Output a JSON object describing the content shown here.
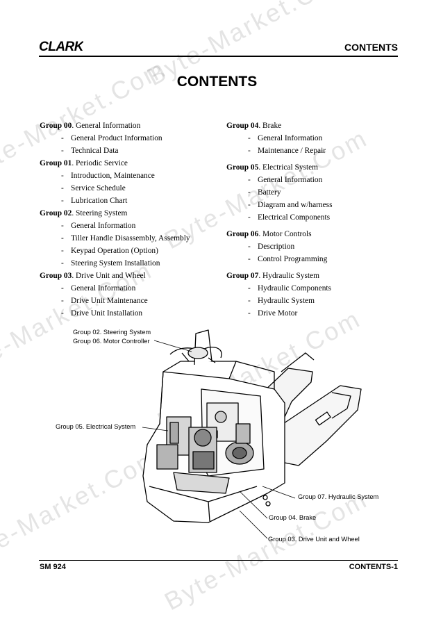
{
  "header": {
    "brand": "CLARK",
    "title": "CONTENTS"
  },
  "page_title": "CONTENTS",
  "toc_left": [
    {
      "group": "Group 00",
      "name": ". General Information",
      "items": [
        "General Product Information",
        "Technical Data"
      ]
    },
    {
      "group": "Group 01",
      "name": ". Periodic Service",
      "items": [
        "Introduction, Maintenance",
        "Service Schedule",
        "Lubrication Chart"
      ]
    },
    {
      "group": "Group 02",
      "name": ". Steering System",
      "items": [
        "General Information",
        "Tiller Handle Disassembly, Assembly",
        "Keypad Operation (Option)",
        "Steering System Installation"
      ]
    },
    {
      "group": "Group 03",
      "name": ". Drive Unit and Wheel",
      "items": [
        "General Information",
        "Drive Unit  Maintenance",
        "Drive Unit  Installation"
      ]
    }
  ],
  "toc_right": [
    {
      "group": "Group 04",
      "name": ". Brake",
      "items": [
        "General Information",
        "Maintenance / Repair"
      ]
    },
    {
      "group": "Group 05",
      "name": ". Electrical System",
      "items": [
        "General Information",
        "Battery",
        "Diagram and w/harness",
        "Electrical Components"
      ]
    },
    {
      "group": "Group 06",
      "name": ". Motor Controls",
      "items": [
        "Description",
        "Control Programming"
      ]
    },
    {
      "group": "Group 07",
      "name": ". Hydraulic System",
      "items": [
        "Hydraulic Components",
        "Hydraulic System",
        "Drive Motor"
      ]
    }
  ],
  "callouts": {
    "steering": "Group 02. Steering System",
    "motor_controller": "Group 06. Motor Controller",
    "electrical": "Group 05. Electrical System",
    "hydraulic": "Group 07. Hydraulic System",
    "brake": "Group 04. Brake",
    "drive": "Group 03. Drive Unit and Wheel"
  },
  "footer": {
    "left": "SM 924",
    "right": "CONTENTS-1"
  },
  "watermark": "Byte-Market.Com"
}
